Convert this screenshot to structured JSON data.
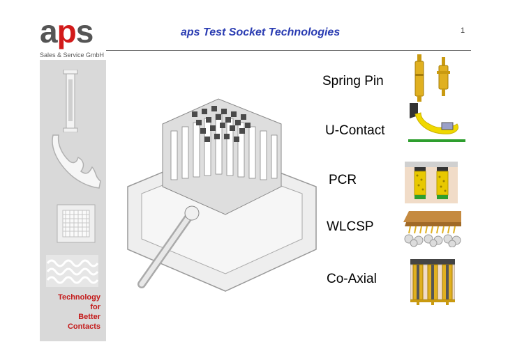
{
  "header": {
    "logo_main_1": "a",
    "logo_main_2": "p",
    "logo_main_3": "s",
    "logo_sub": "Sales & Service GmbH",
    "title": "aps Test Socket Technologies",
    "page_number": "1"
  },
  "sidebar": {
    "lines": [
      "Technology",
      "for",
      "Better",
      "Contacts"
    ]
  },
  "technologies": [
    {
      "label": "Spring Pin",
      "icon": "spring-pin-icon"
    },
    {
      "label": "U-Contact",
      "icon": "u-contact-icon"
    },
    {
      "label": "PCR",
      "icon": "pcr-icon"
    },
    {
      "label": "WLCSP",
      "icon": "wlcsp-icon"
    },
    {
      "label": "Co-Axial",
      "icon": "coaxial-icon"
    }
  ],
  "colors": {
    "title": "#2a3cb2",
    "accent_red": "#c41a1a",
    "sidebar_bg": "#d9d9d9",
    "gold": "#d4a017",
    "green": "#2e9e2e"
  }
}
